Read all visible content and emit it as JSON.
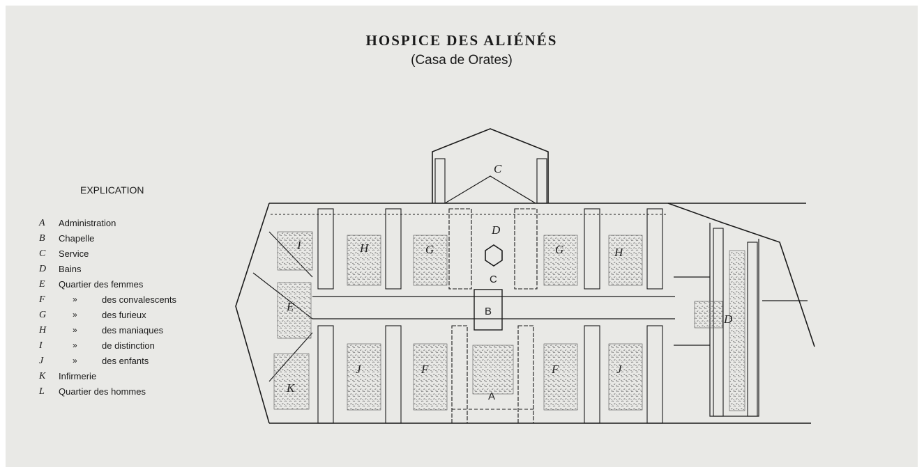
{
  "title": "HOSPICE DES ALIÉNÉS",
  "subtitle": "(Casa de Orates)",
  "legend": {
    "title": "EXPLICATION",
    "ditto": "»",
    "items": [
      {
        "letter": "A",
        "label": "Administration",
        "ditto": false
      },
      {
        "letter": "B",
        "label": "Chapelle",
        "ditto": false
      },
      {
        "letter": "C",
        "label": "Service",
        "ditto": false
      },
      {
        "letter": "D",
        "label": "Bains",
        "ditto": false
      },
      {
        "letter": "E",
        "label": "Quartier des femmes",
        "ditto": false
      },
      {
        "letter": "F",
        "label": "des convalescents",
        "ditto": true
      },
      {
        "letter": "G",
        "label": "des furieux",
        "ditto": true
      },
      {
        "letter": "H",
        "label": "des maniaques",
        "ditto": true
      },
      {
        "letter": "I",
        "label": "de distinction",
        "ditto": true
      },
      {
        "letter": "J",
        "label": "des enfants",
        "ditto": true
      },
      {
        "letter": "K",
        "label": "Infirmerie",
        "ditto": false
      },
      {
        "letter": "L",
        "label": "Quartier des hommes",
        "ditto": false
      }
    ]
  },
  "plan_labels": {
    "chapel_wing": "C",
    "service_center": "C",
    "baths_center": "D",
    "chapel": "B",
    "administration": "A",
    "court_upper_1": "I",
    "court_upper_2": "H",
    "court_upper_3": "G",
    "court_upper_4": "G",
    "court_upper_5": "H",
    "court_lower_1": "J",
    "court_lower_2": "F",
    "court_lower_3": "F",
    "court_lower_4": "J",
    "west_court": "E",
    "infirmary": "K",
    "east_baths": "D"
  },
  "colors": {
    "paper": "#e9e9e6",
    "ink": "#1a1a1a",
    "stipple": "#7a7a7a"
  }
}
